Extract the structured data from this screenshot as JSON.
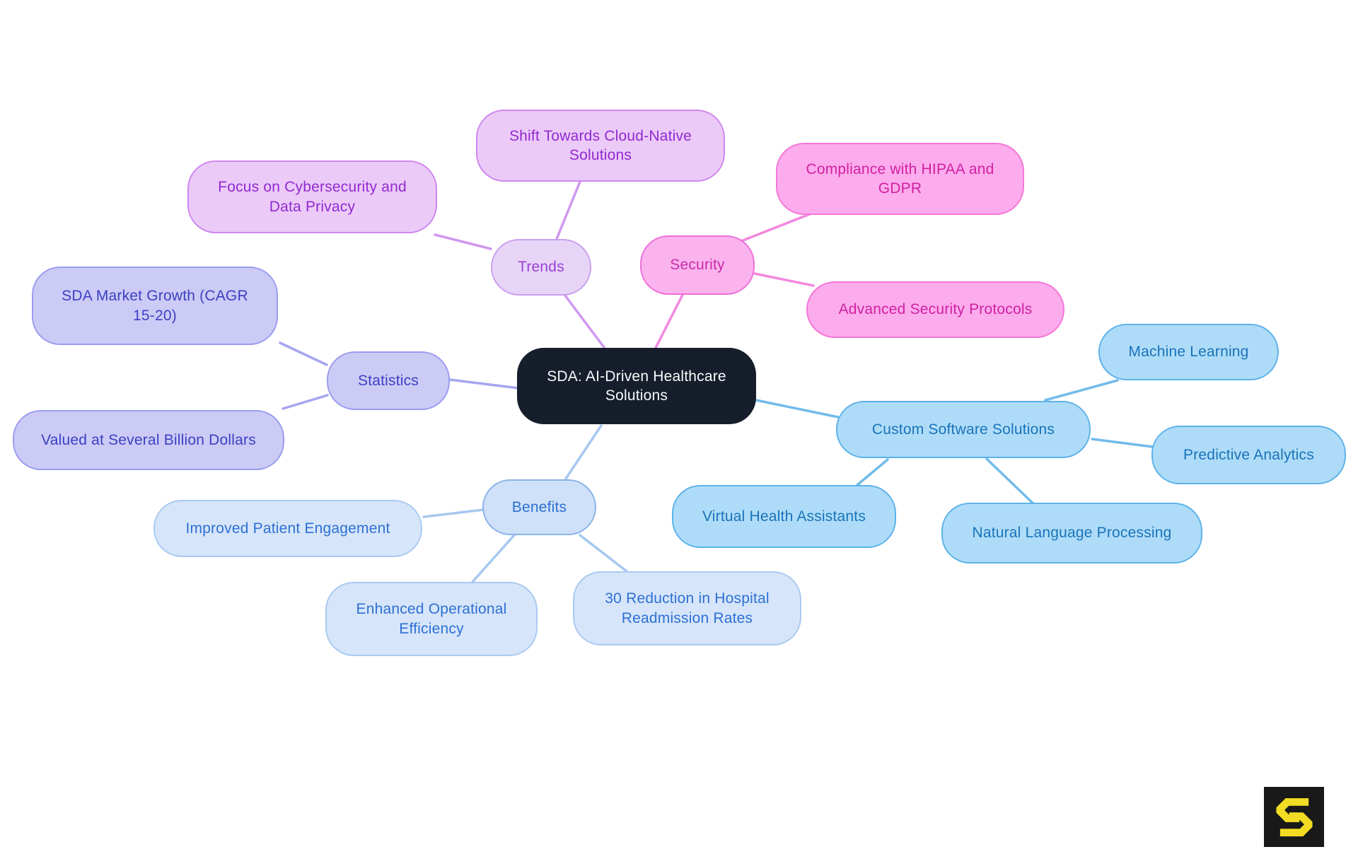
{
  "mindmap": {
    "central": {
      "label": "SDA: AI-Driven Healthcare Solutions",
      "bg_color": "#171e2b",
      "text_color": "#f8fafc"
    },
    "branches": [
      {
        "id": "trends",
        "label": "Trends",
        "fill": "#e7d5f7",
        "border": "#c99fee",
        "text": "#9b3fd8",
        "child_fill": "#ebcaf8",
        "child_border": "#cf86f0",
        "child_text": "#9229cf",
        "edge_color": "#cf97ef",
        "children": [
          {
            "label": "Shift Towards Cloud-Native Solutions"
          },
          {
            "label": "Focus on Cybersecurity and Data Privacy"
          }
        ]
      },
      {
        "id": "security",
        "label": "Security",
        "fill": "#fbb3ee",
        "border": "#ee6fd8",
        "text": "#c92ba8",
        "child_fill": "#fcabec",
        "child_border": "#f377d8",
        "child_text": "#d021a1",
        "edge_color": "#f388de",
        "children": [
          {
            "label": "Compliance with HIPAA and GDPR"
          },
          {
            "label": "Advanced Security Protocols"
          }
        ]
      },
      {
        "id": "statistics",
        "label": "Statistics",
        "fill": "#cbcbf6",
        "border": "#9c9cf0",
        "text": "#3e3ec3",
        "child_fill": "#cbcbf6",
        "child_border": "#9c9cf0",
        "child_text": "#3e3ec3",
        "edge_color": "#a5a5f0",
        "children": [
          {
            "label": "SDA Market Growth (CAGR 15-20)"
          },
          {
            "label": "Valued at Several Billion Dollars"
          }
        ]
      },
      {
        "id": "benefits",
        "label": "Benefits",
        "fill": "#cfe1f8",
        "border": "#88b3e7",
        "text": "#2d6fd2",
        "child_fill": "#d6e5fa",
        "child_border": "#a9caf1",
        "child_text": "#2d70d3",
        "edge_color": "#a6c8f0",
        "children": [
          {
            "label": "Improved Patient Engagement"
          },
          {
            "label": "Enhanced Operational Efficiency"
          },
          {
            "label": "30 Reduction in Hospital Readmission Rates"
          }
        ]
      },
      {
        "id": "custom-software",
        "label": "Custom Software Solutions",
        "fill": "#aedcf8",
        "border": "#5cb2e9",
        "text": "#1a73b9",
        "child_fill": "#aedcf8",
        "child_border": "#5cb2e9",
        "child_text": "#1a73b9",
        "edge_color": "#72bbea",
        "children": [
          {
            "label": "Machine Learning"
          },
          {
            "label": "Predictive Analytics"
          },
          {
            "label": "Virtual Health Assistants"
          },
          {
            "label": "Natural Language Processing"
          }
        ]
      }
    ]
  },
  "logo": {
    "glyph": "S",
    "bg_color": "#191919",
    "glyph_color": "#f2dc23"
  }
}
